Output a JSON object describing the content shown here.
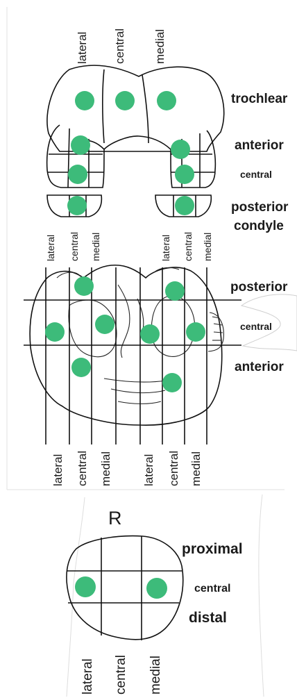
{
  "femur": {
    "top_labels": {
      "lateral": "lateral",
      "central": "central",
      "medial": "medial"
    },
    "regions": {
      "trochlear": "trochlear",
      "anterior": "anterior",
      "central": "central",
      "posterior": "posterior",
      "condyle": "condyle"
    }
  },
  "tibia": {
    "left_top_labels": {
      "lateral": "lateral",
      "central": "central",
      "medial": "medial"
    },
    "right_top_labels": {
      "lateral": "lateral",
      "central": "central",
      "medial": "medial"
    },
    "regions": {
      "posterior": "posterior",
      "central": "central",
      "anterior": "anterior"
    },
    "left_bottom_labels": {
      "lateral": "lateral",
      "central": "central",
      "medial": "medial"
    },
    "right_bottom_labels": {
      "lateral": "lateral",
      "central": "central",
      "medial": "medial"
    }
  },
  "patella": {
    "side_letter": "R",
    "regions": {
      "proximal": "proximal",
      "central": "central",
      "distal": "distal"
    },
    "bottom_labels": {
      "lateral": "lateral",
      "central": "central",
      "medial": "medial"
    }
  },
  "colors": {
    "marker": "#3dbb7a",
    "line": "#111111",
    "background": "#ffffff"
  }
}
